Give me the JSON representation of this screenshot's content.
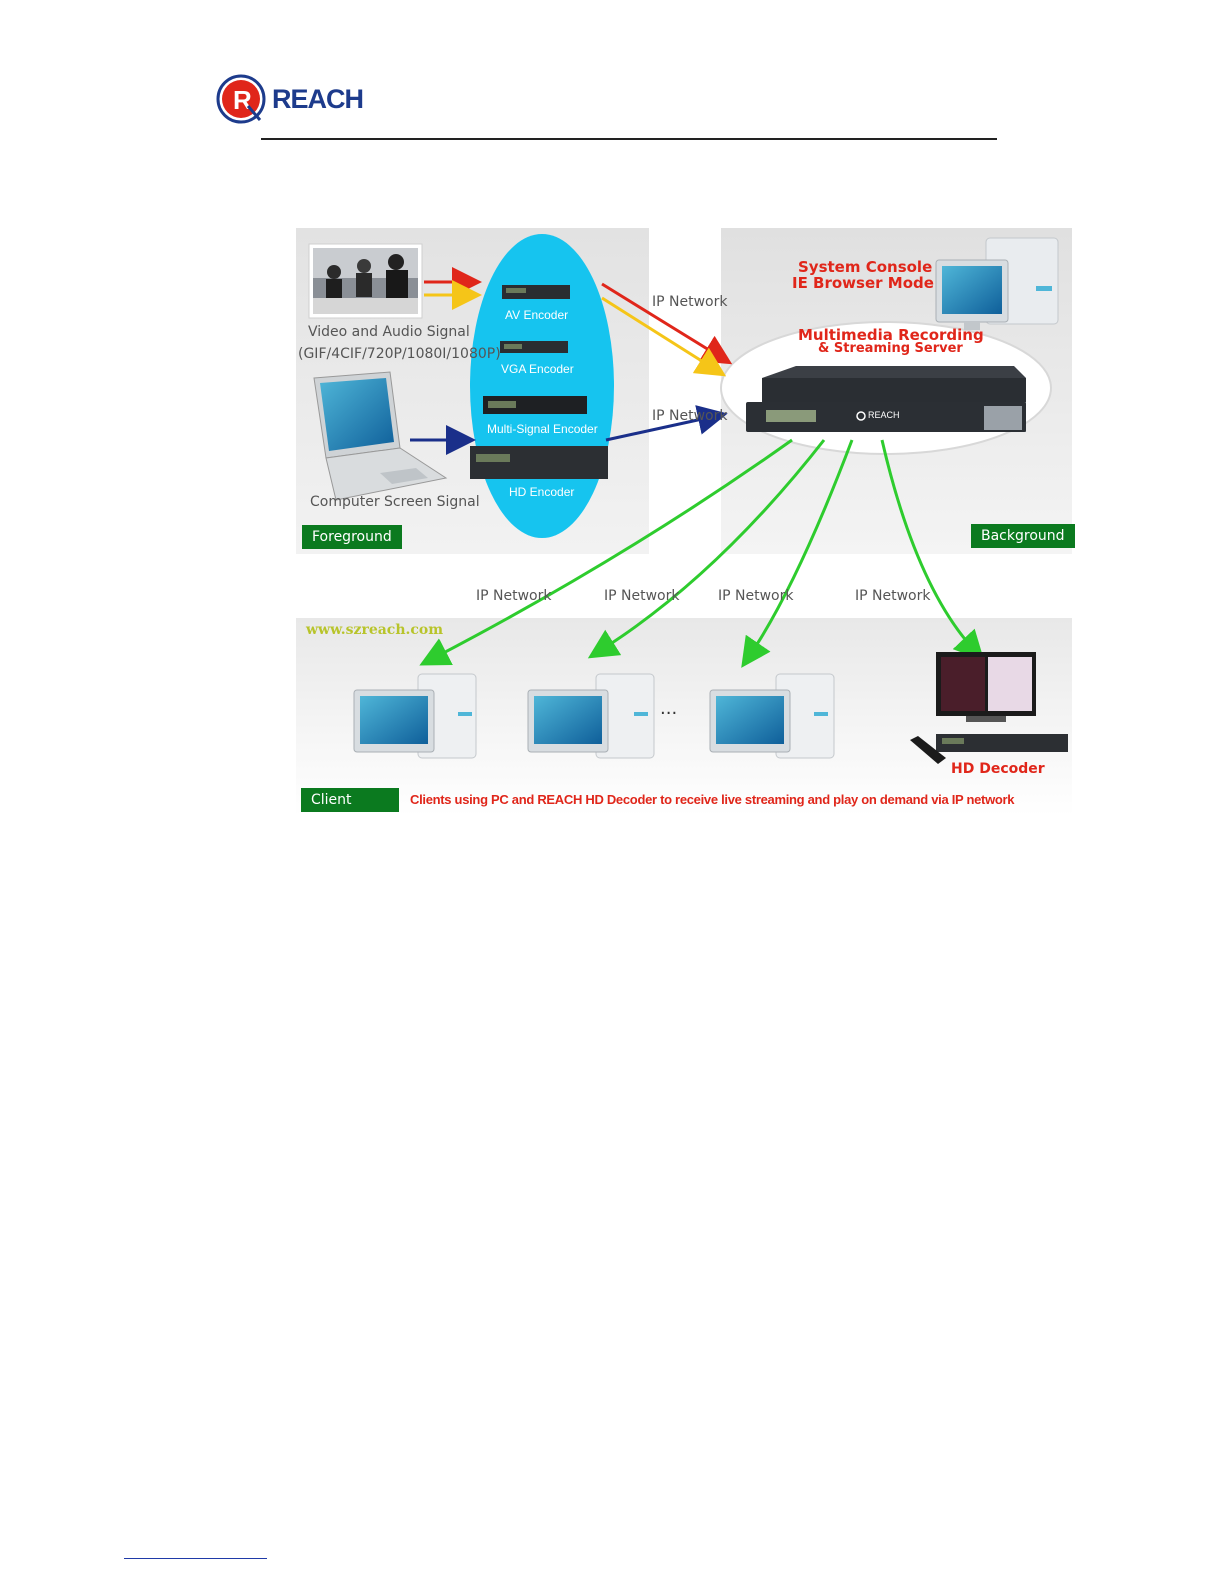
{
  "header": {
    "logo_text": "REACH"
  },
  "diagram": {
    "foreground": {
      "video_label_1": "Video and Audio Signal",
      "video_label_2": "(GIF/4CIF/720P/1080I/1080P)",
      "computer_label": "Computer Screen Signal",
      "encoders": [
        "AV Encoder",
        "VGA Encoder",
        "Multi-Signal Encoder",
        "HD Encoder"
      ],
      "tag": "Foreground"
    },
    "network_labels": {
      "top": "IP Network",
      "middle": "IP Network",
      "client_1": "IP Network",
      "client_2": "IP Network",
      "client_3": "IP Network",
      "client_4": "IP Network"
    },
    "background": {
      "console_line1": "System Console",
      "console_line2": "IE Browser Mode",
      "server_line1": "Multimedia Recording",
      "server_line2": "& Streaming Server",
      "server_brand": "REACH",
      "tag": "Background"
    },
    "client": {
      "website": "www.szreach.com",
      "ellipsis": "...",
      "decoder_label": "HD Decoder",
      "tag": "Client",
      "caption": "Clients using PC and REACH HD Decoder to receive live streaming and play on demand via IP network"
    },
    "colors": {
      "accent_red": "#e0261a",
      "tag_green": "#0b7a1f",
      "arrow_green": "#2ecc2e",
      "arrow_navy": "#1a2f8a",
      "ellipse_cyan": "#16c4ef"
    }
  }
}
